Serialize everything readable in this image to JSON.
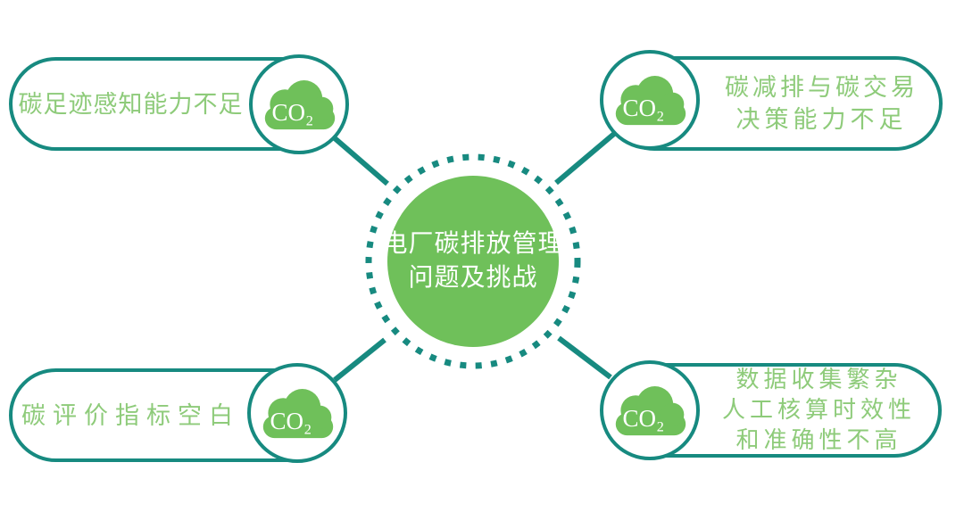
{
  "colors": {
    "teal": "#178a80",
    "green": "#6fc05a",
    "text_green": "#8ecb7a",
    "white": "#ffffff"
  },
  "center": {
    "lines": [
      "电厂碳排放管理",
      "问题及挑战"
    ]
  },
  "co2_label": "CO₂",
  "nodes": [
    {
      "id": "carbon-footprint",
      "lines": [
        "碳足迹感知能力不足"
      ]
    },
    {
      "id": "carbon-trading",
      "lines": [
        "碳减排与碳交易",
        "决策能力不足"
      ]
    },
    {
      "id": "carbon-evaluation",
      "lines": [
        "碳评价指标空白"
      ]
    },
    {
      "id": "data-collection",
      "lines": [
        "数据收集繁杂",
        "人工核算时效性",
        "和准确性不高"
      ]
    }
  ]
}
